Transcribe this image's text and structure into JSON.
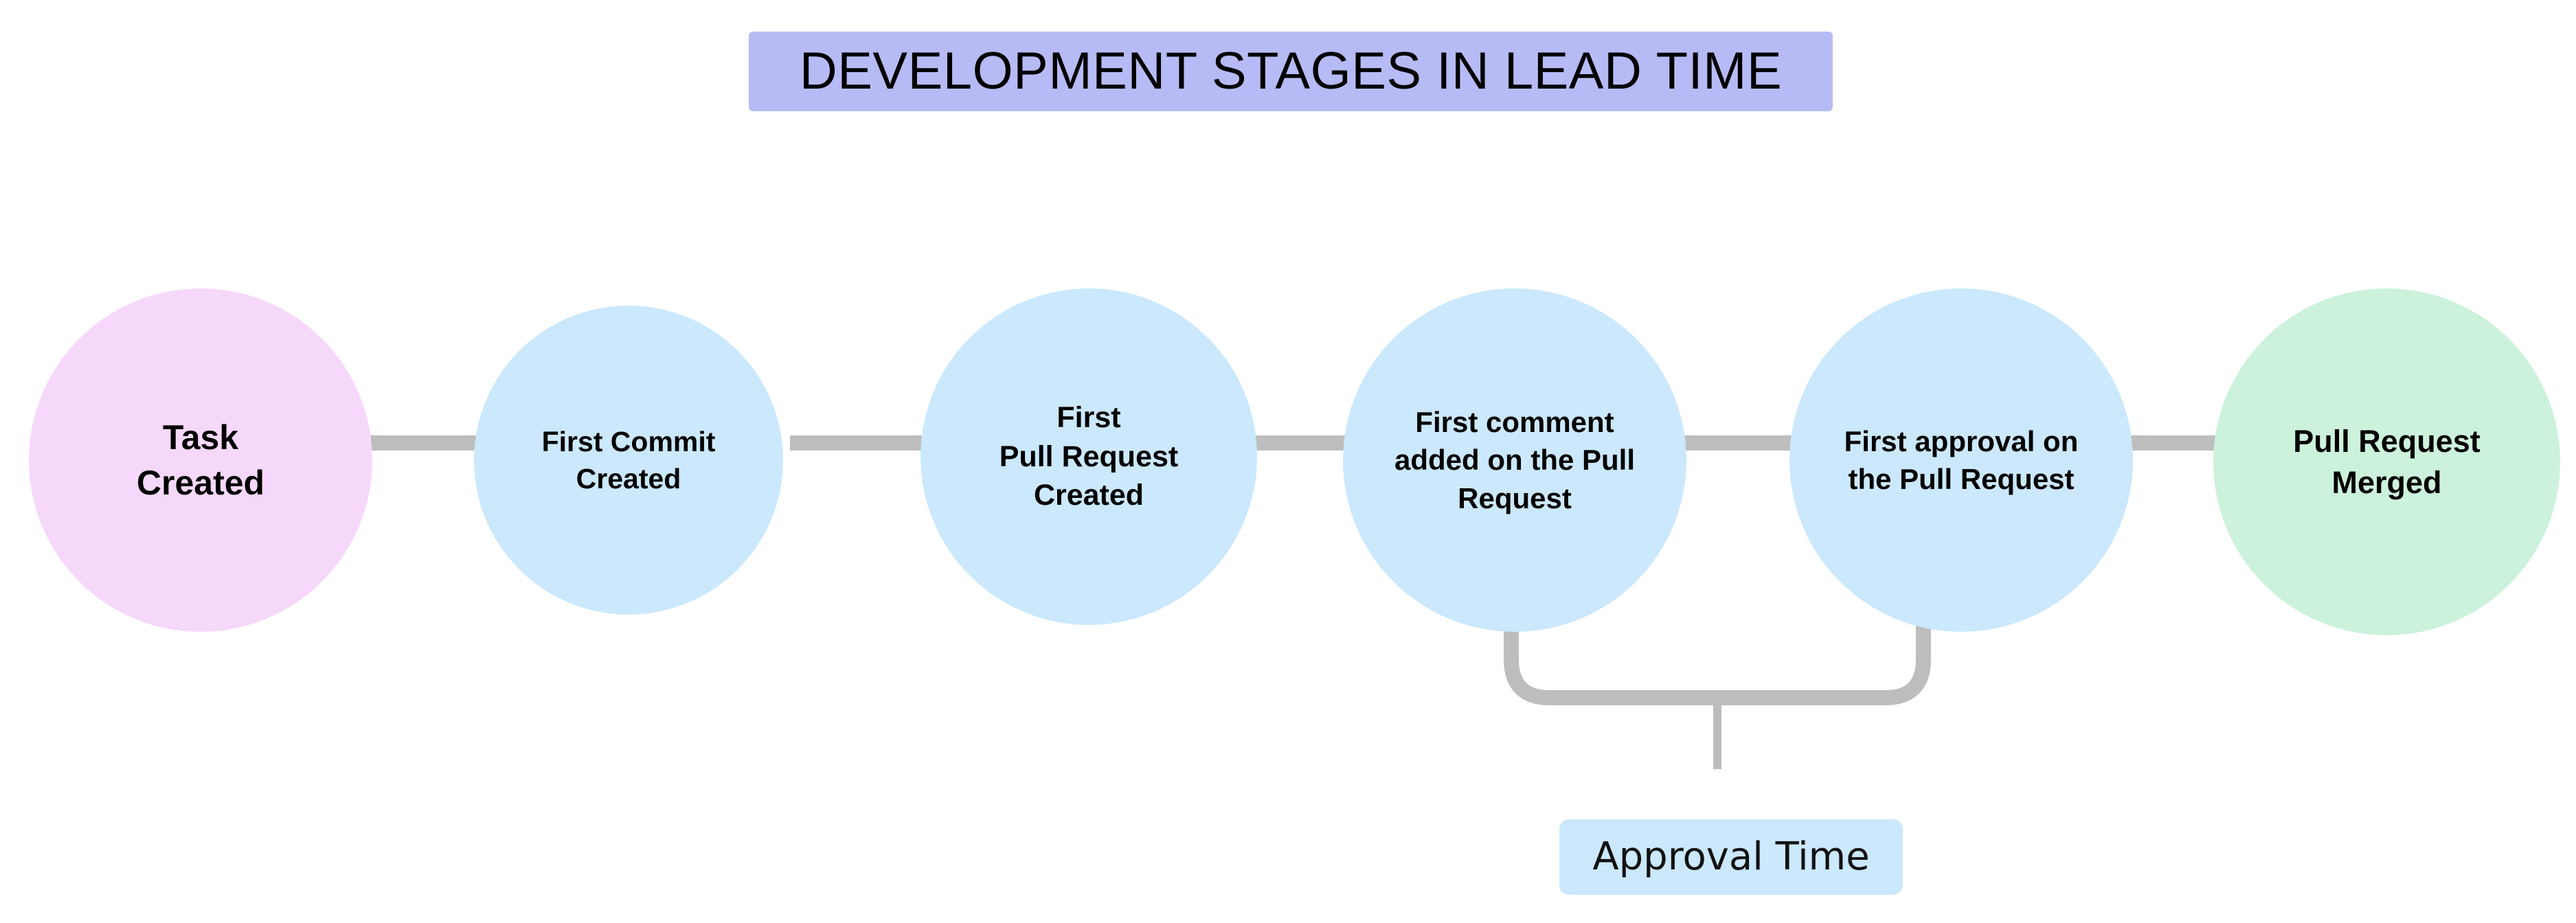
{
  "title": {
    "text": "DEVELOPMENT STAGES IN LEAD TIME",
    "background_color": "#b7bbf5",
    "text_color": "#000000"
  },
  "diagram": {
    "type": "linear-process-flow",
    "connector_color": "#bdbdbd",
    "background_color": "#ffffff",
    "nodes": [
      {
        "id": "task-created",
        "label": "Task\nCreated",
        "shape": "circle",
        "fill": "#f6d8fb",
        "order": 1
      },
      {
        "id": "first-commit-created",
        "label": "First Commit\nCreated",
        "shape": "circle",
        "fill": "#cbe8fc",
        "order": 2
      },
      {
        "id": "first-pull-request-created",
        "label": "First\nPull Request\nCreated",
        "shape": "circle",
        "fill": "#cbe8fc",
        "order": 3
      },
      {
        "id": "first-comment-on-pull-request",
        "label": "First comment\nadded on the Pull\nRequest",
        "shape": "circle",
        "fill": "#cbe8fc",
        "order": 4
      },
      {
        "id": "first-approval-on-pull-request",
        "label": "First approval on\nthe Pull Request",
        "shape": "circle",
        "fill": "#cbe8fc",
        "order": 5
      },
      {
        "id": "pull-request-merged",
        "label": "Pull Request\nMerged",
        "shape": "circle",
        "fill": "#ccf2dc",
        "order": 6
      }
    ],
    "annotations": [
      {
        "id": "approval-time",
        "label": "Approval Time",
        "fill": "#cbe8fc",
        "spans_from": "first-comment-on-pull-request",
        "spans_to": "first-approval-on-pull-request"
      }
    ]
  }
}
